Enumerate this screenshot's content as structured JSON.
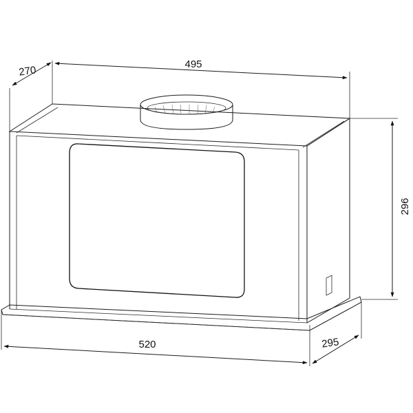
{
  "dimensions": {
    "top_depth": "270",
    "top_width": "495",
    "height": "296",
    "bottom_width": "520",
    "bottom_depth": "295"
  }
}
